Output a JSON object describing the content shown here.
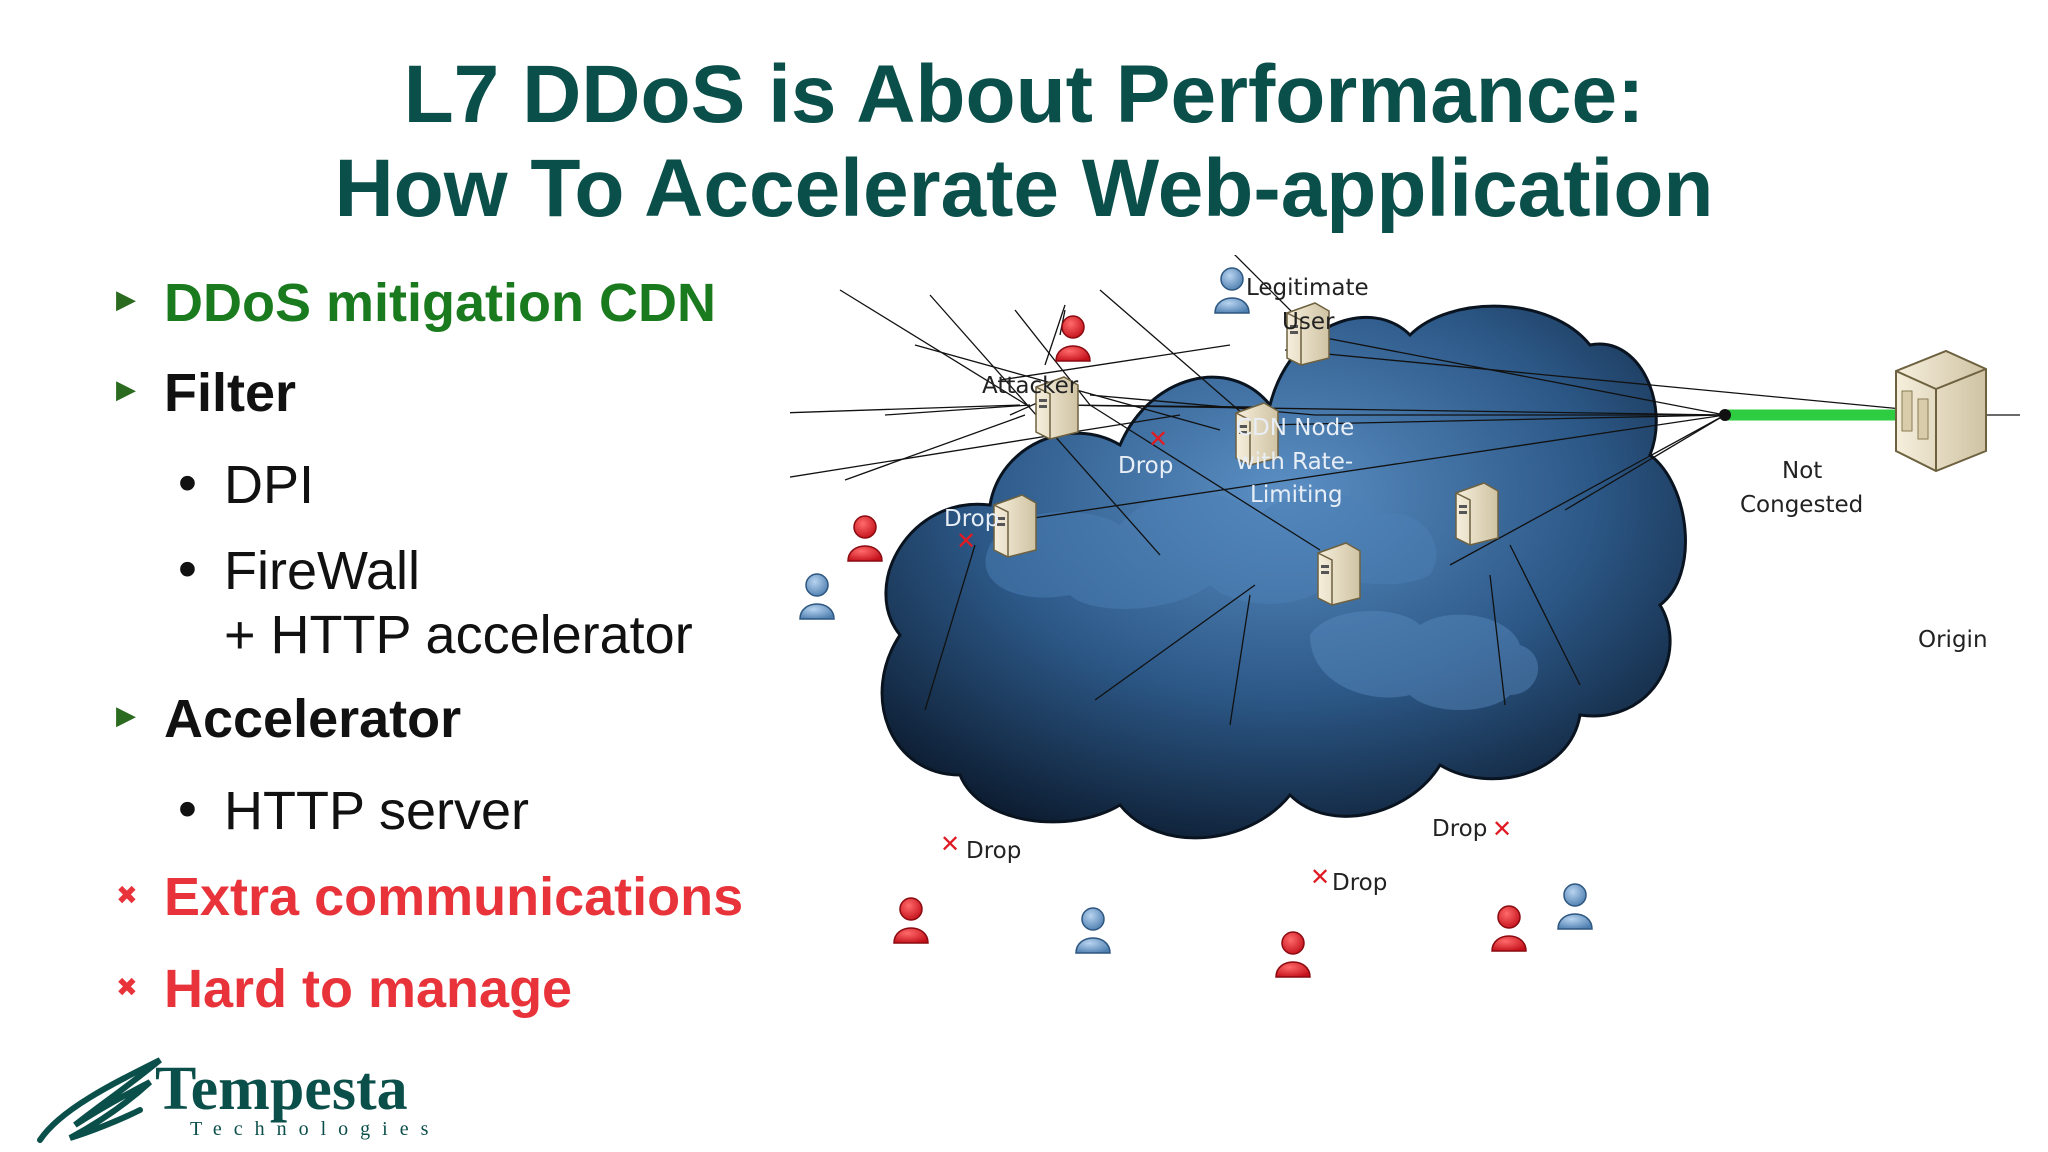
{
  "slide": {
    "title_line1": "L7 DDoS is About Performance:",
    "title_line2": "How To Accelerate Web-application"
  },
  "bullets": [
    {
      "text": "DDoS mitigation CDN",
      "marker": "triangle",
      "color": "#1a7a1e"
    },
    {
      "text": "Filter",
      "marker": "triangle",
      "color": "#111111"
    },
    {
      "text": "DPI",
      "marker": "dot"
    },
    {
      "text": "FireWall",
      "marker": "dot"
    },
    {
      "text": "+ HTTP accelerator",
      "marker": "none"
    },
    {
      "text": "Accelerator",
      "marker": "triangle",
      "color": "#111111"
    },
    {
      "text": "HTTP server",
      "marker": "dot"
    },
    {
      "text": "Extra communications",
      "marker": "cross",
      "color": "#e8333b"
    },
    {
      "text": "Hard to manage",
      "marker": "cross",
      "color": "#e8333b"
    }
  ],
  "diagram": {
    "legitimate_user": "Legitimate",
    "legitimate_user2": "User",
    "attacker": "Attacker",
    "drop": "Drop",
    "cdn_node_1": "CDN Node",
    "cdn_node_2": "with Rate-",
    "cdn_node_3": "Limiting",
    "not": "Not",
    "congested": "Congested",
    "origin": "Origin",
    "colors": {
      "attacker": "#e01b24",
      "user": "#6f9fcf",
      "link": "#2ecc40",
      "cloud": "#1f3f63"
    }
  },
  "logo": {
    "name": "Tempesta",
    "sub": "Technologies"
  }
}
